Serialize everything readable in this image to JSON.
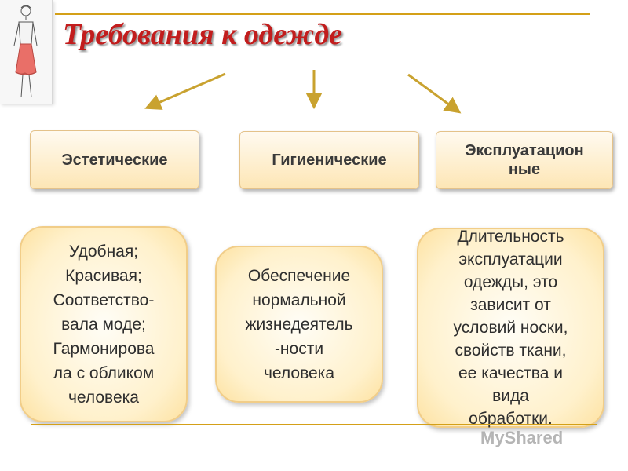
{
  "title": "Требования к одежде",
  "categories": [
    {
      "label": "Эстетические"
    },
    {
      "label": "Гигиенические"
    },
    {
      "label": "Эксплуатацион\nные"
    }
  ],
  "details": [
    {
      "text": "Удобная;\nКрасивая;\nСоответство-\nвала моде;\nГармонирова\nла с обликом\nчеловека"
    },
    {
      "text": "Обеспечение\nнормальной\nжизнедеятель\n-ности\nчеловека"
    },
    {
      "text": "Длительность\nэксплуатации\nодежды, это\nзависит от\nусловий носки,\nсвойств ткани,\nее качества и\nвида\nобработки."
    }
  ],
  "watermark": "MyShared",
  "colors": {
    "title": "#c21d1d",
    "arrow": "#c9a22f",
    "rule": "#d4a018"
  }
}
